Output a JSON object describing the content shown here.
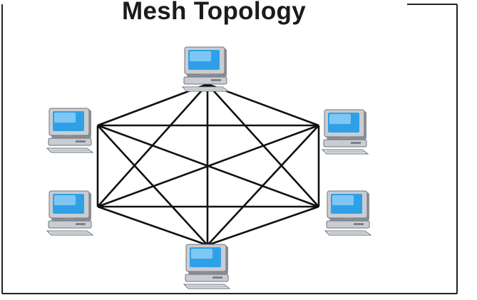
{
  "diagram": {
    "title": "Mesh Topology",
    "node_type": "computer-icon",
    "nodes": [
      "top",
      "upper-right",
      "lower-right",
      "bottom",
      "lower-left",
      "upper-left"
    ],
    "edges": "all-pairs",
    "colors": {
      "line": "#111111",
      "screen": "#2fa0e8",
      "screen_highlight": "#bfe8ff",
      "case": "#c9cdd2",
      "case_shadow": "#8a8f95",
      "frame": "#222222"
    }
  }
}
